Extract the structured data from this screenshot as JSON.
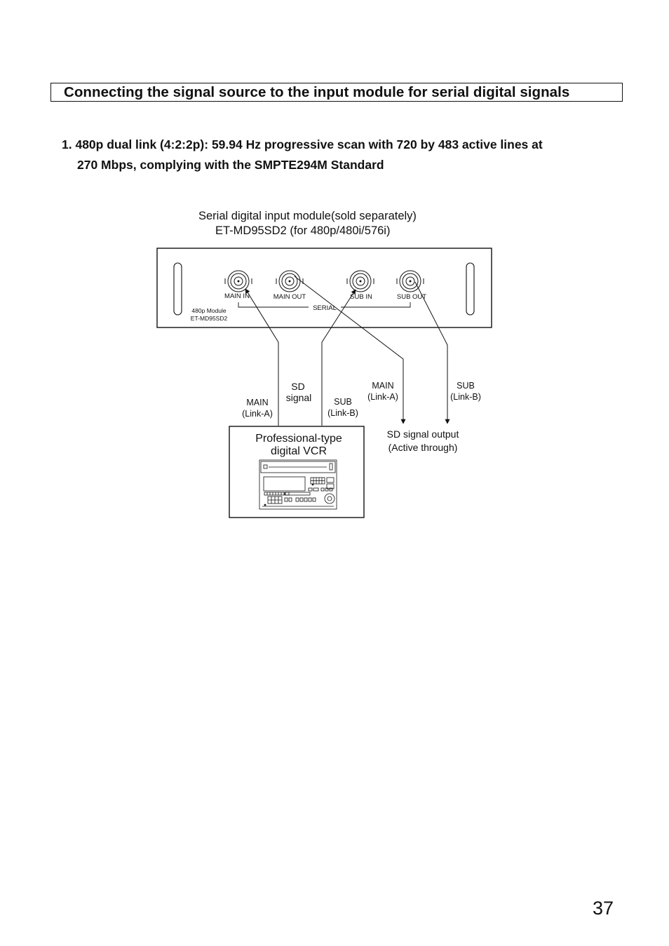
{
  "heading": "Connecting the signal source to the input module for serial digital signals",
  "item": {
    "line1": "1. 480p dual link (4:2:2p):  59.94 Hz progressive scan with 720 by 483 active lines at",
    "line2": "270 Mbps, complying with the SMPTE294M Standard"
  },
  "module_caption": {
    "line1": "Serial digital input module(sold separately)",
    "line2": "ET-MD95SD2 (for 480p/480i/576i)"
  },
  "panel": {
    "connectors": [
      "MAIN IN",
      "MAIN OUT",
      "SUB IN",
      "SUB OUT"
    ],
    "serial_label": "SERIAL",
    "module_label_1": "480p Module",
    "module_label_2": "ET-MD95SD2"
  },
  "cables": {
    "sd_signal_1": "SD",
    "sd_signal_2": "signal",
    "main_in_1": "MAIN",
    "main_in_2": "(Link-A)",
    "sub_in_1": "SUB",
    "sub_in_2": "(Link-B)",
    "main_out_1": "MAIN",
    "main_out_2": "(Link-A)",
    "sub_out_1": "SUB",
    "sub_out_2": "(Link-B)"
  },
  "vcr": {
    "label_1": "Professional-type",
    "label_2": "digital VCR"
  },
  "output": {
    "line1": "SD signal output",
    "line2": "(Active through)"
  },
  "page_number": "37"
}
